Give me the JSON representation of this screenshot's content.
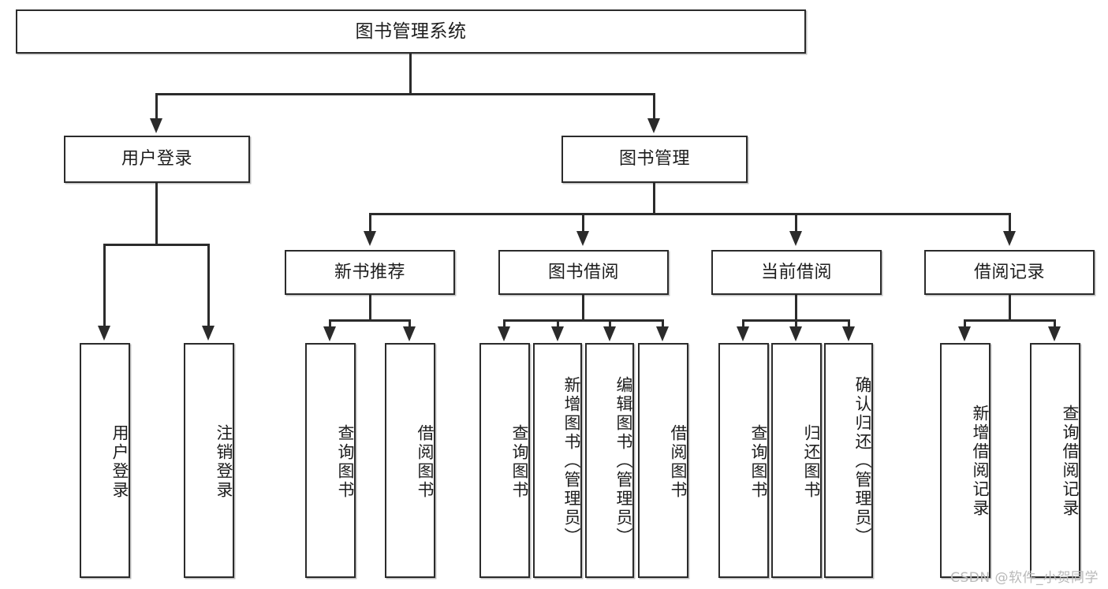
{
  "diagram": {
    "type": "tree-hierarchy",
    "title": "图书管理系统",
    "watermark": "CSDN @软件_小贺同学",
    "nodes": {
      "root": {
        "label": "图书管理系统"
      },
      "level1": [
        {
          "id": "user-login",
          "label": "用户登录"
        },
        {
          "id": "book-manage",
          "label": "图书管理"
        }
      ],
      "level2": [
        {
          "id": "new-book-recommend",
          "label": "新书推荐"
        },
        {
          "id": "book-borrow",
          "label": "图书借阅"
        },
        {
          "id": "current-borrow",
          "label": "当前借阅"
        },
        {
          "id": "borrow-record",
          "label": "借阅记录"
        }
      ],
      "leaves": [
        {
          "id": "leaf-user-login",
          "label": "用户登录",
          "parent": "user-login"
        },
        {
          "id": "leaf-user-logout",
          "label": "注销登录",
          "parent": "user-login"
        },
        {
          "id": "leaf-query-book-1",
          "label": "查询图书",
          "parent": "new-book-recommend"
        },
        {
          "id": "leaf-borrow-book-1",
          "label": "借阅图书",
          "parent": "new-book-recommend"
        },
        {
          "id": "leaf-query-book-2",
          "label": "查询图书",
          "parent": "book-borrow"
        },
        {
          "id": "leaf-add-book",
          "label": "新增图书（管理员）",
          "parent": "book-borrow"
        },
        {
          "id": "leaf-edit-book",
          "label": "编辑图书（管理员）",
          "parent": "book-borrow"
        },
        {
          "id": "leaf-borrow-book-2",
          "label": "借阅图书",
          "parent": "book-borrow"
        },
        {
          "id": "leaf-query-book-3",
          "label": "查询图书",
          "parent": "current-borrow"
        },
        {
          "id": "leaf-return-book",
          "label": "归还图书",
          "parent": "current-borrow"
        },
        {
          "id": "leaf-confirm-return",
          "label": "确认归还（管理员）",
          "parent": "current-borrow"
        },
        {
          "id": "leaf-add-record",
          "label": "新增借阅记录",
          "parent": "borrow-record"
        },
        {
          "id": "leaf-query-record",
          "label": "查询借阅记录",
          "parent": "borrow-record"
        }
      ]
    },
    "colors": {
      "stroke": "#2b2b2b",
      "fill": "#ffffff",
      "text": "#1d1d1d",
      "watermark": "#b9b9b9"
    }
  }
}
